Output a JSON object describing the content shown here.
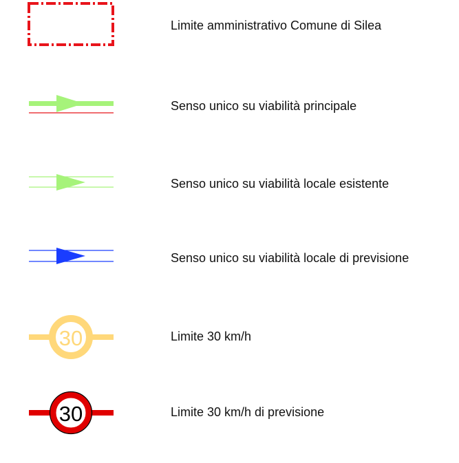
{
  "legend": {
    "items": [
      {
        "id": "limite-amministrativo",
        "label": "Limite amministrativo Comune di Silea"
      },
      {
        "id": "senso-unico-principale",
        "label": "Senso unico su viabilità principale"
      },
      {
        "id": "senso-unico-locale-esistente",
        "label": "Senso unico su viabilità locale esistente"
      },
      {
        "id": "senso-unico-locale-previsione",
        "label": "Senso unico su viabilità locale di previsione"
      },
      {
        "id": "limite-30",
        "label": "Limite 30 km/h",
        "sign_text": "30"
      },
      {
        "id": "limite-30-previsione",
        "label": "Limite 30 km/h di previsione",
        "sign_text": "30"
      }
    ]
  },
  "colors": {
    "boundary_red": "#e8141b",
    "light_green": "#a6f37a",
    "blue": "#1a3dff",
    "yellow": "#ffd87a",
    "red": "#e00000"
  }
}
